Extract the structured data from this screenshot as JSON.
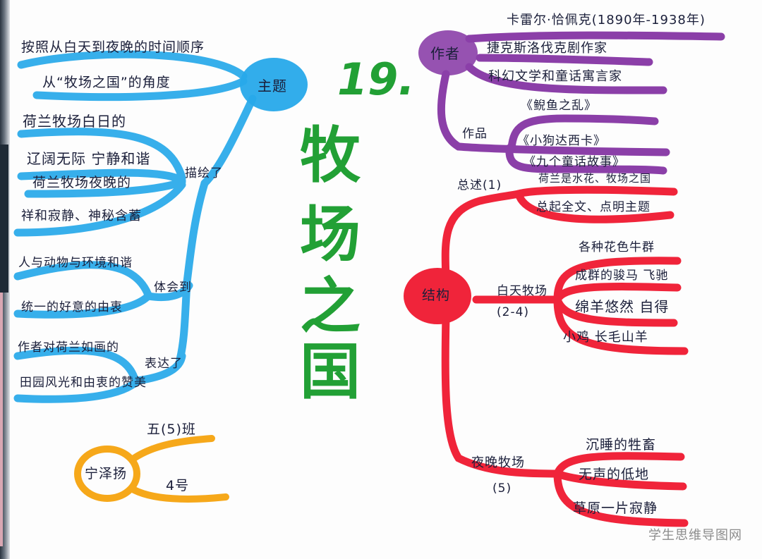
{
  "colors": {
    "blue": "#27a9ea",
    "purple": "#8b3fa8",
    "red": "#f0243a",
    "orange": "#f6a81a",
    "green": "#22a035",
    "ink": "#1b1f3a",
    "watermark": "#8c8c8c"
  },
  "title": {
    "number": "19.",
    "chars": [
      "牧",
      "场",
      "之",
      "国"
    ]
  },
  "theme_branch": {
    "node": "主题",
    "items": [
      "按照从白天到夜晚的时间顺序",
      "从“牧场之国”的角度"
    ]
  },
  "describe_branch": {
    "node": "描绘了",
    "items": [
      "荷兰牧场白日的",
      "辽阔无际 宁静和谐",
      "荷兰牧场夜晚的",
      "祥和寂静、神秘含蓄"
    ]
  },
  "feel_branch": {
    "node": "体会到",
    "items": [
      "人与动物与环境和谐",
      "统一的好意的由衷"
    ]
  },
  "express_branch": {
    "node": "表达了",
    "items": [
      "作者对荷兰如画的",
      "田园风光和由衷的赞美"
    ]
  },
  "student_branch": {
    "node": "宁泽扬",
    "items": [
      "五(5)班",
      "4号"
    ]
  },
  "author_branch": {
    "node": "作者",
    "items": [
      "卡雷尔·恰佩克(1890年-1938年)",
      "捷克斯洛伐克剧作家",
      "科幻文学和童话寓言家"
    ],
    "works_label": "作品",
    "works": [
      "《鲵鱼之乱》",
      "《小狗达西卡》",
      "《九个童话故事》"
    ]
  },
  "structure_branch": {
    "node": "结构",
    "summary": {
      "label": "总述(1)",
      "items": [
        "荷兰是水花、牧场之国",
        "总起全文、点明主题"
      ]
    },
    "day": {
      "label": "白天牧场",
      "range": "(2-4)",
      "items": [
        "各种花色牛群",
        "成群的骏马 飞驰",
        "绵羊悠然 自得",
        "小鸡 长毛山羊"
      ]
    },
    "night": {
      "label": "夜晚牧场",
      "range": "(5)",
      "items": [
        "沉睡的牲畜",
        "无声的低地",
        "草原一片寂静"
      ]
    }
  },
  "watermark": "学生思维导图网"
}
